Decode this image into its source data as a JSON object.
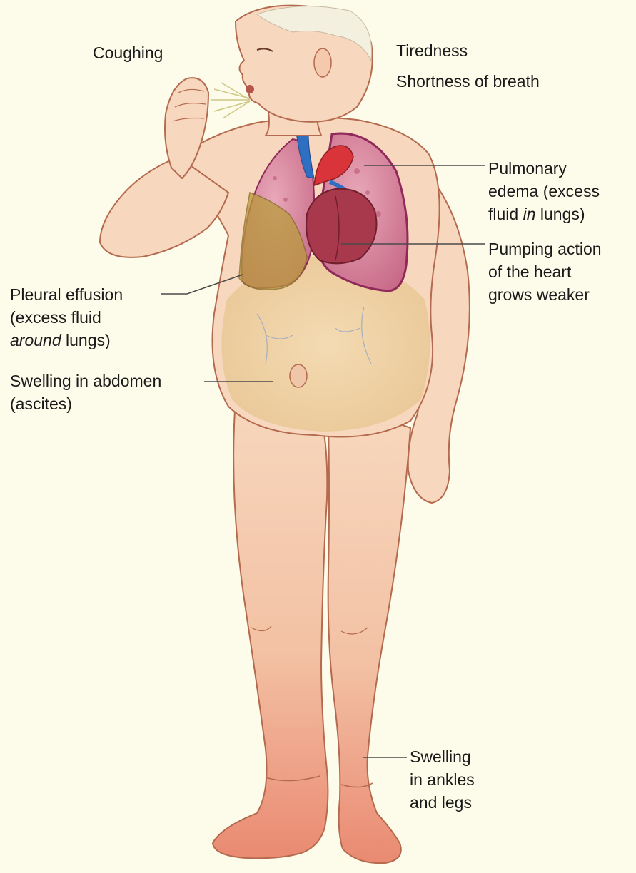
{
  "colors": {
    "background": "#fdfbe9",
    "skin": "#f7d7bd",
    "skin_outline": "#b46a4e",
    "lung": "#d7859e",
    "lung_outline": "#8f2a5a",
    "heart": "#a8394d",
    "pleural_fluid": "#b99a3c",
    "abdomen_fluid": "#ecd2a0",
    "leg_swelling": "#ea8a72",
    "vein_blue": "#2f6fc2",
    "artery_red": "#d8343a",
    "leader_line": "#4a4a4a"
  },
  "labels": {
    "coughing": "Coughing",
    "tiredness": "Tiredness",
    "shortness_of_breath": "Shortness of breath",
    "pulmonary_edema": {
      "line1": "Pulmonary",
      "line2": "edema (excess",
      "line3_pre": "fluid ",
      "line3_em": "in",
      "line3_post": " lungs)"
    },
    "pumping_action": {
      "line1": "Pumping action",
      "line2": "of the heart",
      "line3": "grows weaker"
    },
    "pleural_effusion": {
      "line1": "Pleural effusion",
      "line2": "(excess fluid",
      "line3_em": "around",
      "line3_post": " lungs)"
    },
    "swelling_abdomen": {
      "line1": "Swelling in abdomen",
      "line2": "(ascites)"
    },
    "swelling_legs": {
      "line1": "Swelling",
      "line2": "in ankles",
      "line3": "and legs"
    }
  }
}
